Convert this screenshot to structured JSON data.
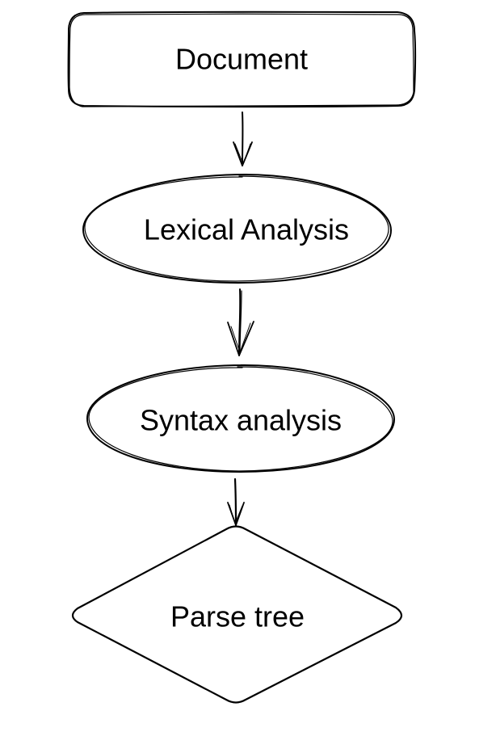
{
  "diagram": {
    "type": "flowchart",
    "style": "hand-drawn sketch",
    "colors": {
      "stroke": "#000000",
      "fill": "#ffffff",
      "background": "#ffffff",
      "text": "#000000"
    },
    "nodes": [
      {
        "id": "document",
        "shape": "rounded-rectangle",
        "label": "Document"
      },
      {
        "id": "lexical",
        "shape": "ellipse",
        "label": "Lexical Analysis"
      },
      {
        "id": "syntax",
        "shape": "ellipse",
        "label": "Syntax analysis"
      },
      {
        "id": "parse_tree",
        "shape": "diamond",
        "label": "Parse tree"
      }
    ],
    "edges": [
      {
        "from": "document",
        "to": "lexical",
        "arrow": "end"
      },
      {
        "from": "lexical",
        "to": "syntax",
        "arrow": "end"
      },
      {
        "from": "syntax",
        "to": "parse_tree",
        "arrow": "end"
      }
    ]
  }
}
